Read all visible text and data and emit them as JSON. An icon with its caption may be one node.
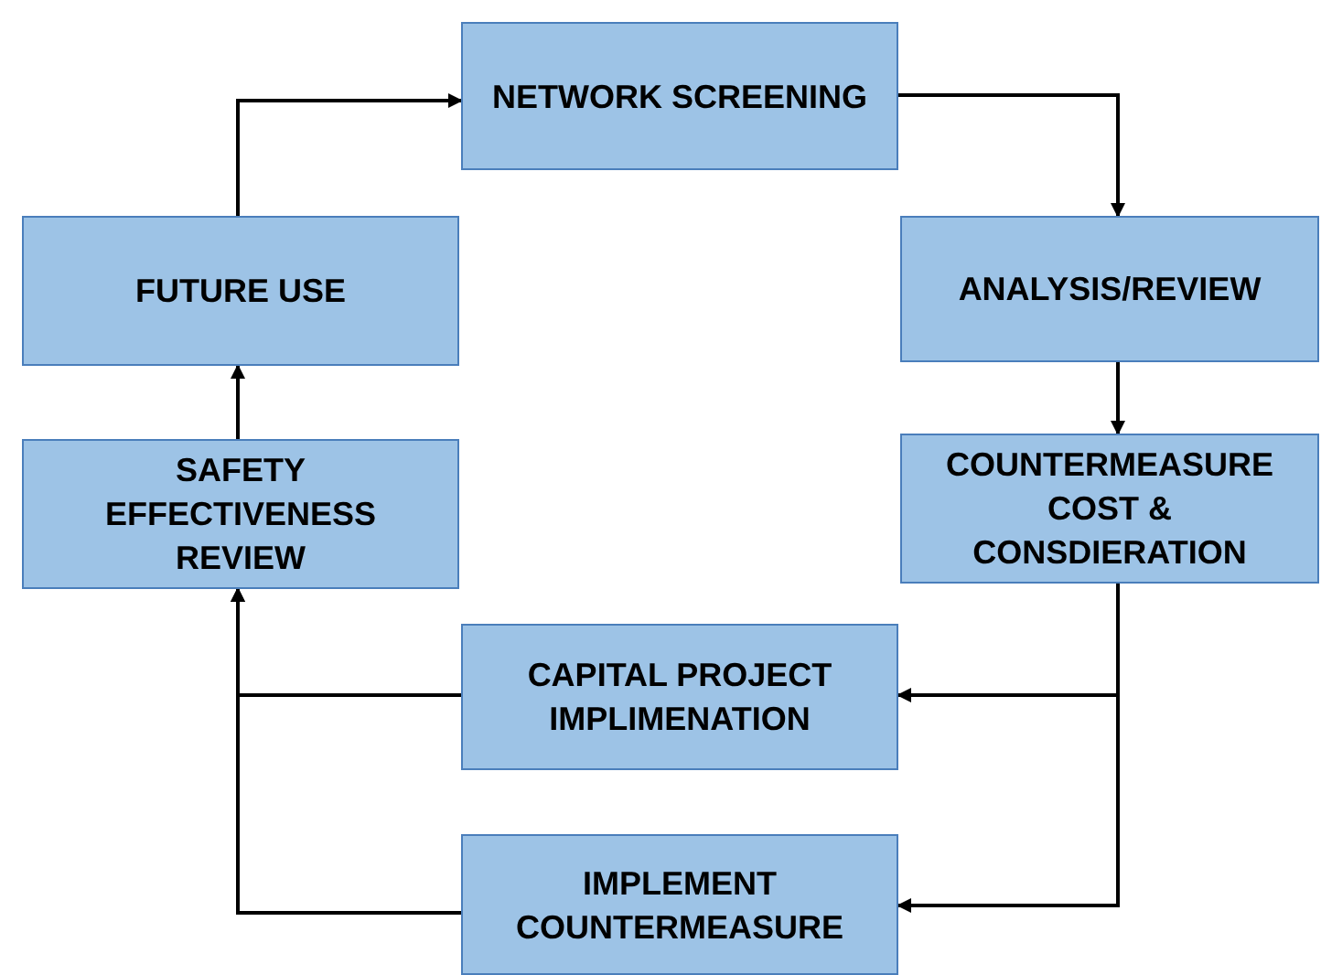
{
  "diagram": {
    "nodes": [
      {
        "text": [
          "NETWORK SCREENING"
        ]
      },
      {
        "text": [
          "ANALYSIS/REVIEW"
        ]
      },
      {
        "text": [
          "COUNTERMEASURE COST & CONSDIERATION"
        ]
      },
      {
        "text": [
          "CAPITAL PROJECT IMPLIMENATION"
        ]
      },
      {
        "text": [
          "IMPLEMENT COUNTERMEASURE"
        ]
      },
      {
        "text": [
          "SAFETY EFFECTIVENESS REVIEW"
        ]
      },
      {
        "text": [
          "FUTURE USE"
        ]
      }
    ],
    "edges": [
      {
        "from": 0,
        "to": 1,
        "arrow": "to"
      },
      {
        "from": 1,
        "to": 2,
        "arrow": "to"
      },
      {
        "from": 2,
        "to": 3,
        "arrow": "to"
      },
      {
        "from": 2,
        "to": 4,
        "arrow": "to"
      },
      {
        "from": 3,
        "to": 5,
        "arrow": "to"
      },
      {
        "from": 4,
        "to": 5,
        "arrow": "to"
      },
      {
        "from": 5,
        "to": 6,
        "arrow": "to"
      },
      {
        "from": 6,
        "to": 0,
        "arrow": "to"
      }
    ]
  }
}
